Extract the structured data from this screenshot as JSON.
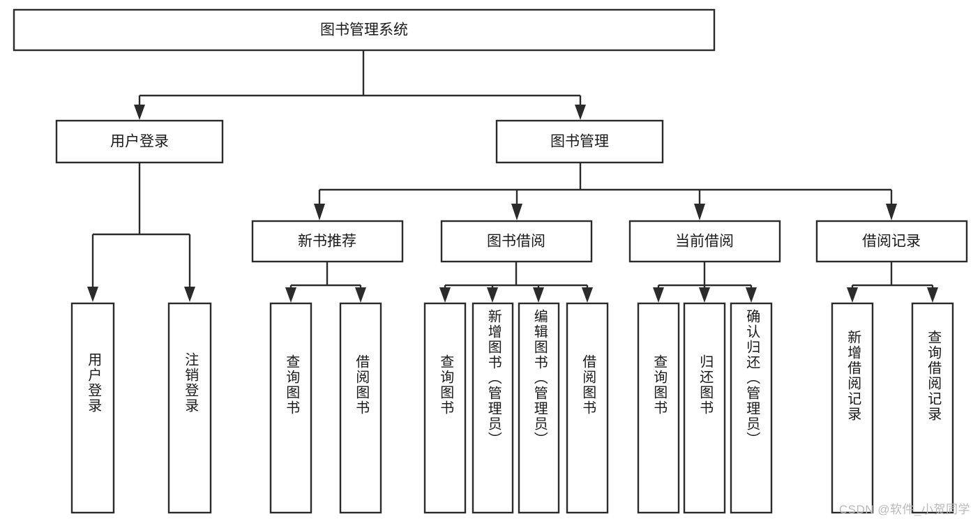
{
  "diagram": {
    "title": "图书管理系统",
    "type": "hierarchy-tree",
    "watermark": "CSDN @软件_小贺同学",
    "colors": {
      "box_stroke": "#2b2b2b",
      "box_fill": "#ffffff",
      "text": "#1a1a1a",
      "background": "#ffffff",
      "watermark": "#b9b9b9"
    },
    "levels": {
      "root": {
        "label": "图书管理系统"
      },
      "level2": [
        {
          "id": "user-login",
          "label": "用户登录"
        },
        {
          "id": "book-manage",
          "label": "图书管理"
        }
      ],
      "level3": [
        {
          "id": "new-book-recommend",
          "label": "新书推荐",
          "parent": "book-manage"
        },
        {
          "id": "book-borrow",
          "label": "图书借阅",
          "parent": "book-manage"
        },
        {
          "id": "current-borrow",
          "label": "当前借阅",
          "parent": "book-manage"
        },
        {
          "id": "borrow-record",
          "label": "借阅记录",
          "parent": "book-manage"
        }
      ],
      "leaves": [
        {
          "id": "leaf-user-login",
          "label": "用户登录",
          "parent": "user-login"
        },
        {
          "id": "leaf-logout-login",
          "label": "注销登录",
          "parent": "user-login"
        },
        {
          "id": "leaf-query-book-1",
          "label": "查询图书",
          "parent": "new-book-recommend"
        },
        {
          "id": "leaf-borrow-book-1",
          "label": "借阅图书",
          "parent": "new-book-recommend"
        },
        {
          "id": "leaf-query-book-2",
          "label": "查询图书",
          "parent": "book-borrow"
        },
        {
          "id": "leaf-add-book",
          "label": "新增图书（管理员）",
          "parent": "book-borrow"
        },
        {
          "id": "leaf-edit-book",
          "label": "编辑图书（管理员）",
          "parent": "book-borrow"
        },
        {
          "id": "leaf-borrow-book-2",
          "label": "借阅图书",
          "parent": "book-borrow"
        },
        {
          "id": "leaf-query-book-3",
          "label": "查询图书",
          "parent": "current-borrow"
        },
        {
          "id": "leaf-return-book",
          "label": "归还图书",
          "parent": "current-borrow"
        },
        {
          "id": "leaf-confirm-return",
          "label": "确认归还（管理员）",
          "parent": "current-borrow"
        },
        {
          "id": "leaf-add-record",
          "label": "新增借阅记录",
          "parent": "borrow-record"
        },
        {
          "id": "leaf-query-record",
          "label": "查询借阅记录",
          "parent": "borrow-record"
        }
      ]
    }
  }
}
